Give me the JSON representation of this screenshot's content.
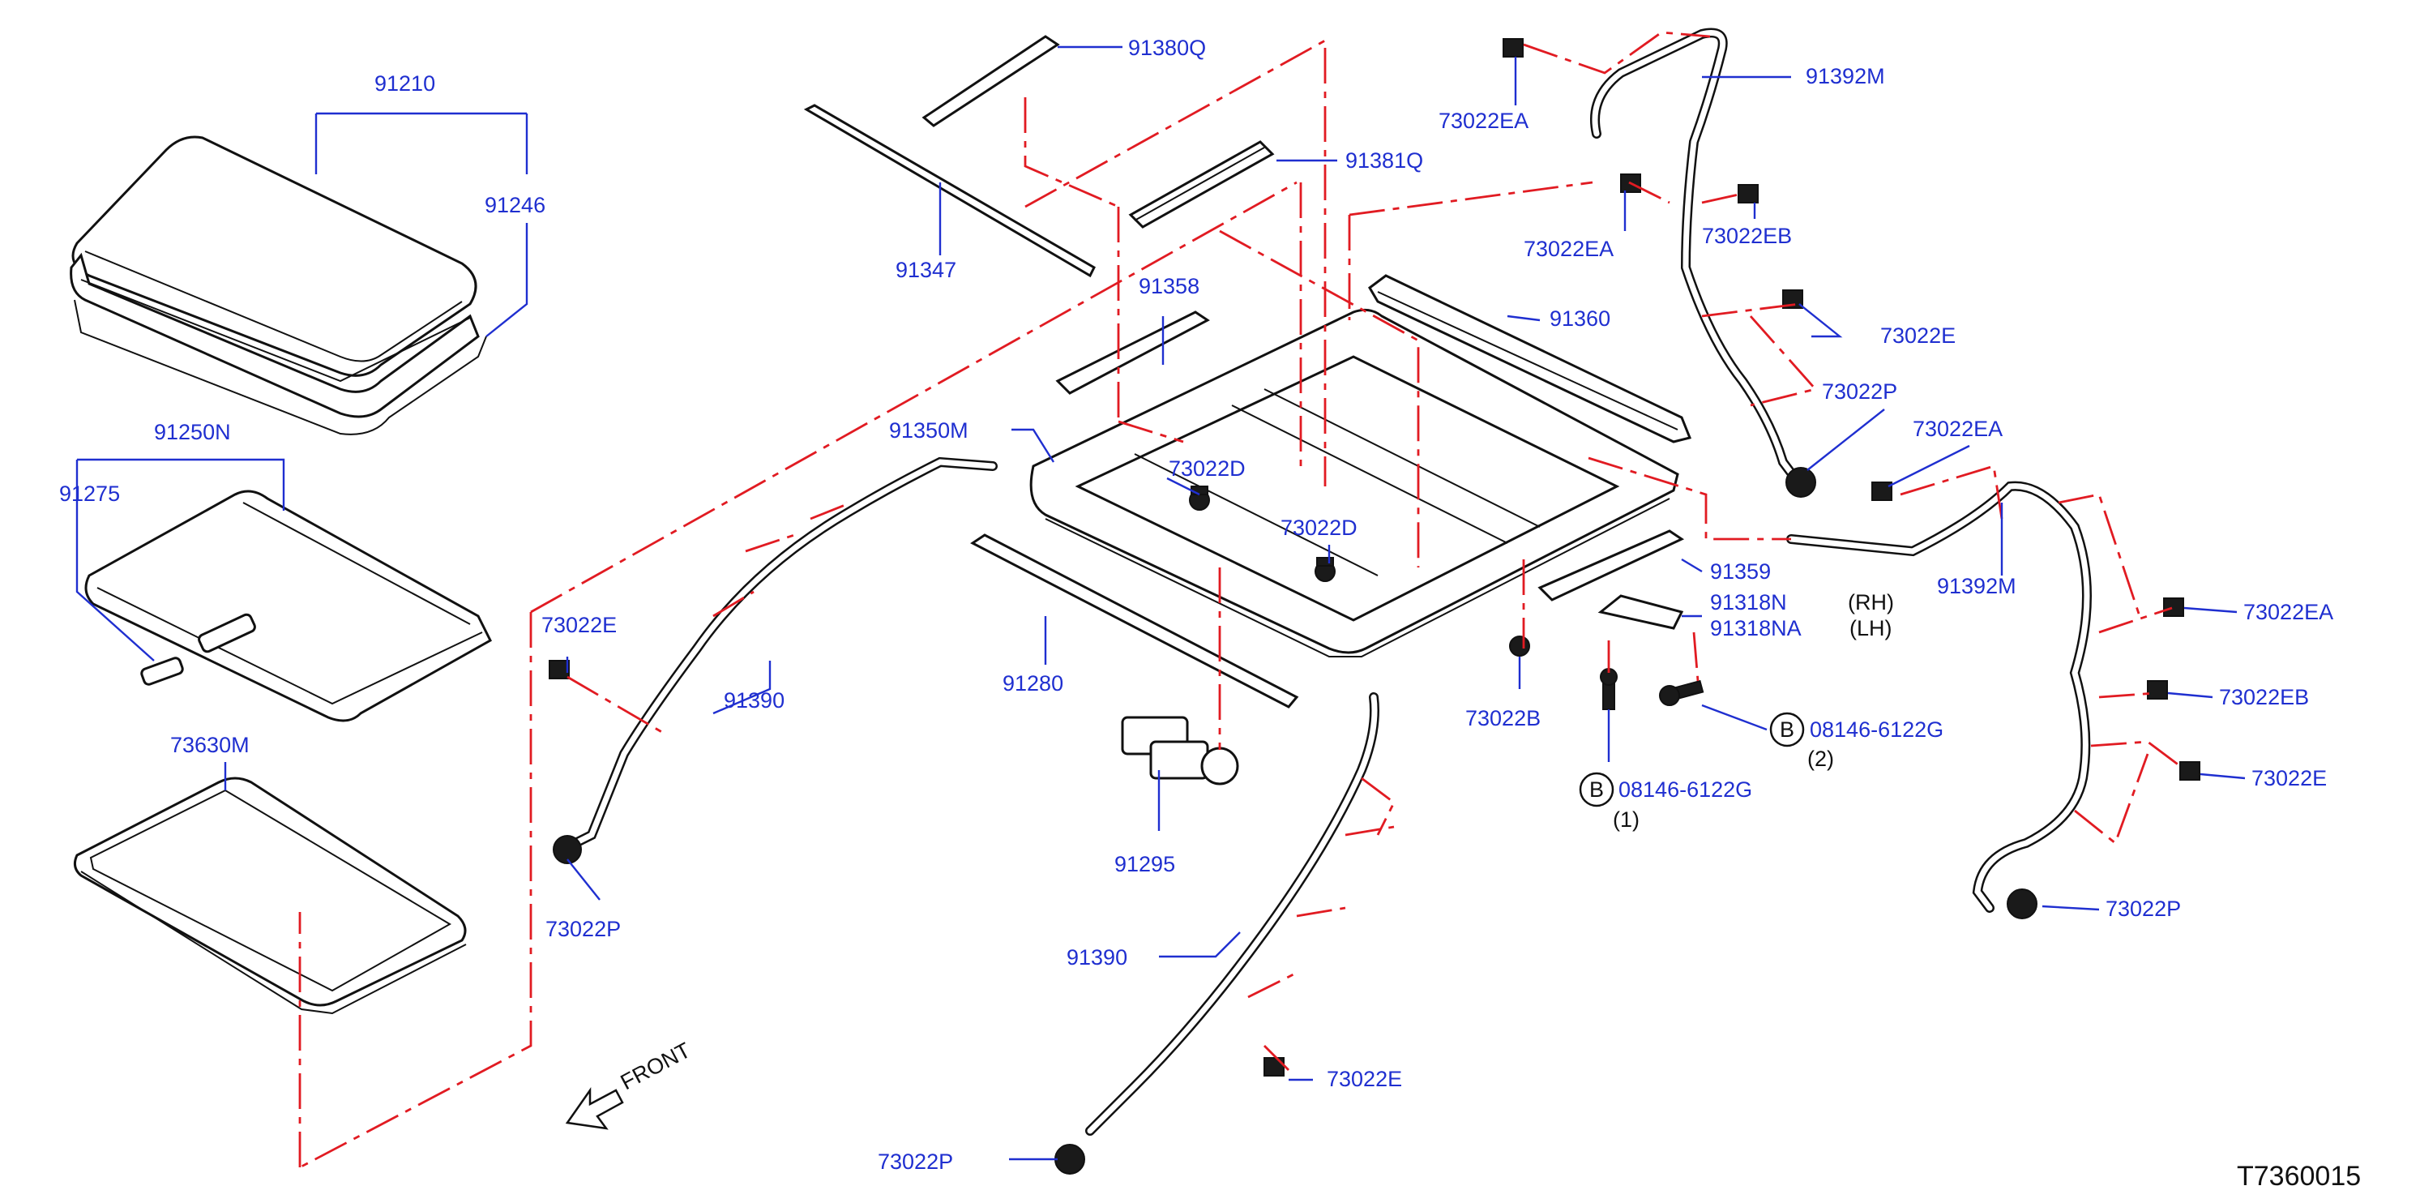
{
  "diagram_code": "T7360015",
  "front_label": "FRONT",
  "parts": {
    "p91210": "91210",
    "p91246": "91246",
    "p91250N": "91250N",
    "p91275": "91275",
    "p73630M": "73630M",
    "p91380Q": "91380Q",
    "p91347": "91347",
    "p91381Q": "91381Q",
    "p91358": "91358",
    "p91360": "91360",
    "p91350M": "91350M",
    "p73022D_a": "73022D",
    "p73022D_b": "73022D",
    "p73022E_left": "73022E",
    "p91390_left": "91390",
    "p73022P_left": "73022P",
    "p91280": "91280",
    "p91295": "91295",
    "p91390_bottom": "91390",
    "p73022E_bottom": "73022E",
    "p73022P_bottom": "73022P",
    "p91359": "91359",
    "p91318N": "91318N",
    "p91318NA": "91318NA",
    "rh": "(RH)",
    "lh": "(LH)",
    "p73022B": "73022B",
    "bolt_circle_1": "B",
    "bolt_1": "08146-6122G",
    "bolt_qty_1": "(1)",
    "bolt_circle_2": "B",
    "bolt_2": "08146-6122G",
    "bolt_qty_2": "(2)",
    "p73022EA_top": "73022EA",
    "p91392M_top": "91392M",
    "p73022EA_mid": "73022EA",
    "p73022EB_top": "73022EB",
    "p73022E_top": "73022E",
    "p73022P_top": "73022P",
    "p73022EA_right": "73022EA",
    "p91392M_right": "91392M",
    "p73022EA_far": "73022EA",
    "p73022EB_far": "73022EB",
    "p73022E_far": "73022E",
    "p73022P_far": "73022P"
  },
  "colors": {
    "label": "#1f2fd0",
    "phantom_line": "#e11b22",
    "outline": "#111111"
  }
}
